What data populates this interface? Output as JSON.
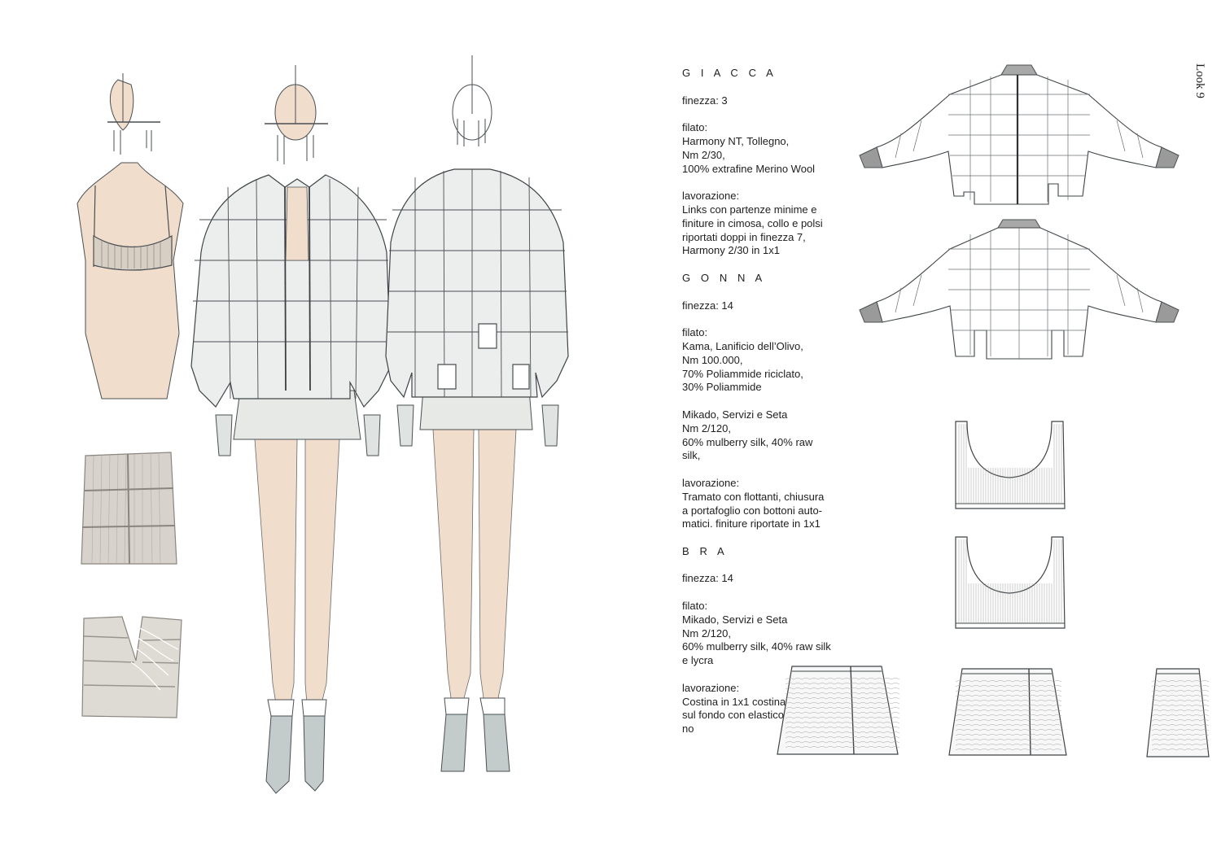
{
  "look_label": "Look 9",
  "sections": {
    "giacca": {
      "title": "G I A C C A",
      "finezza": "finezza: 3",
      "filato_label": "filato:",
      "filato_lines": [
        "Harmony NT, Tollegno,",
        "Nm 2/30,",
        "100% extrafine Merino Wool"
      ],
      "lavorazione_label": "lavorazione:",
      "lavorazione_lines": [
        "Links con partenze minime e",
        "finiture in cimosa, collo e polsi",
        "riportati doppi in finezza 7,",
        "Harmony 2/30 in 1x1"
      ]
    },
    "gonna": {
      "title": "G O N N A",
      "finezza": "finezza: 14",
      "filato_label": "filato:",
      "filato_lines_a": [
        "Kama, Lanificio dell’Olivo,",
        "Nm 100.000,",
        "70% Poliammide riciclato,",
        "30% Poliammide"
      ],
      "filato_lines_b": [
        "Mikado, Servizi e Seta",
        "Nm 2/120,",
        "60% mulberry silk, 40% raw",
        "silk,"
      ],
      "lavorazione_label": "lavorazione:",
      "lavorazione_lines": [
        "Tramato con flottanti, chiusura",
        "a portafoglio con bottoni auto-",
        "matici. finiture riportate in 1x1"
      ]
    },
    "bra": {
      "title": "B R A",
      "finezza": "finezza: 14",
      "filato_label": "filato:",
      "filato_lines": [
        "Mikado, Servizi e Seta",
        "Nm 2/120,",
        "60% mulberry silk, 40% raw silk",
        "e lycra"
      ],
      "lavorazione_label": "lavorazione:",
      "lavorazione_lines": [
        "Costina in 1x1 costina riportata",
        "sul fondo con elastico all’inter-",
        "no"
      ]
    }
  },
  "colors": {
    "skin": "#f1ddcc",
    "sketch_line": "#4a4f52",
    "jacket_wash": "#d9dfdd",
    "rib_grey": "#9a9a9a",
    "swatch_grey": "#c9c4bd"
  }
}
